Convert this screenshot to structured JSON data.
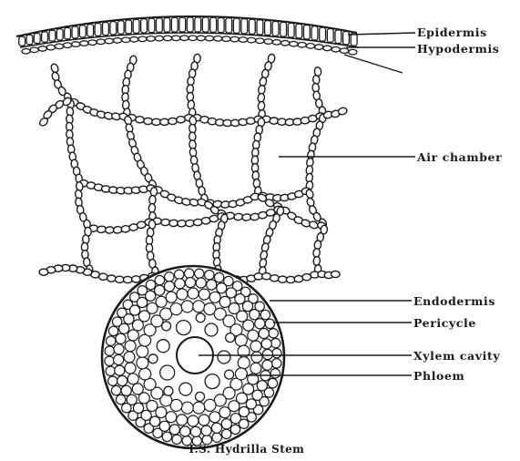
{
  "figure": {
    "caption": "T.S. Hydrilla Stem",
    "labels": {
      "epidermis": "Epidermis",
      "hypodermis": "Hypodermis",
      "air_chamber": "Air chamber",
      "endodermis": "Endodermis",
      "pericycle": "Pericycle",
      "xylem_cavity": "Xylem cavity",
      "phloem": "Phloem"
    },
    "colors": {
      "ink": "#1a1a1a",
      "background": "#ffffff"
    }
  }
}
